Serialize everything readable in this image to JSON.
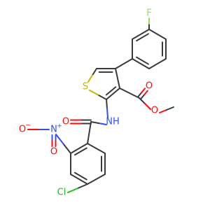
{
  "molecule": {
    "atoms": {
      "F": "F",
      "S": "S",
      "O_carbonyl_ester": "O",
      "O_ester": "O",
      "N_amide": "NH",
      "O_amide": "O",
      "N_nitro": "N",
      "nitro_N_charge": "+",
      "O_nitro_minus": "O",
      "nitro_O_charge": "−",
      "O_nitro_double": "O",
      "Cl": "Cl"
    },
    "colors": {
      "bond": "#3a3a3a",
      "fluorine": "#90e050",
      "sulfur": "#c8b400",
      "oxygen": "#ff0d0d",
      "nitrogen": "#3050f8",
      "chlorine": "#1fbf1f"
    }
  }
}
